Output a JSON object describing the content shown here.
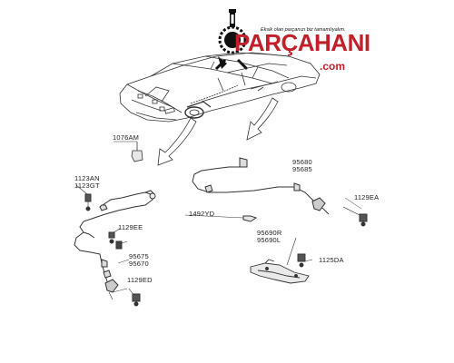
{
  "logo": {
    "tagline": "Eksik olan parçanızı biz tamamlıyalım.",
    "brand": "PARÇAHANI",
    "domain": ".com",
    "brand_color": "#c0202a"
  },
  "part_numbers": {
    "p1076AM": "1076AM",
    "p1123AN": "1123AN",
    "p1123GT": "1123GT",
    "p1129EE": "1129EE",
    "p95675": "95675",
    "p95670": "95670",
    "p1129ED": "1129ED",
    "p95680": "95680",
    "p95685": "95685",
    "p1129EA": "1129EA",
    "p1492YD": "1492YD",
    "p95690R": "95690R",
    "p95690L": "95690L",
    "p1125DA": "1125DA"
  }
}
